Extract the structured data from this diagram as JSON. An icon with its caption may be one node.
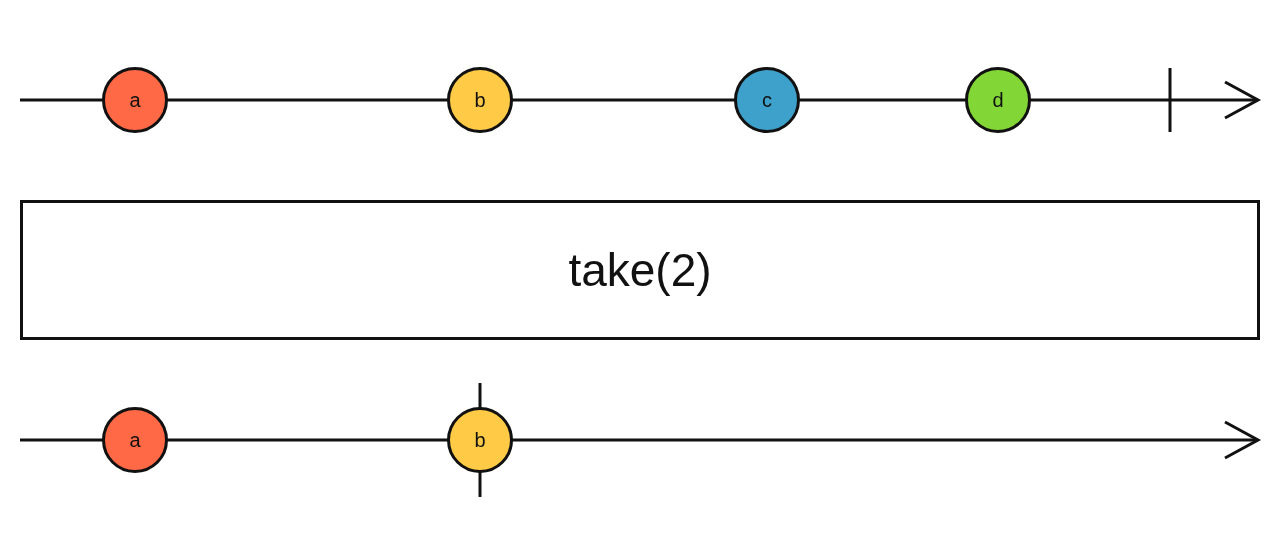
{
  "diagram": {
    "nodes": [
      {
        "text": [
          "a"
        ]
      },
      {
        "text": [
          "b"
        ]
      },
      {
        "text": [
          "c"
        ]
      },
      {
        "text": [
          "d"
        ]
      },
      {
        "text": [
          "take(2)"
        ]
      },
      {
        "text": [
          "a"
        ]
      },
      {
        "text": [
          "b"
        ]
      }
    ],
    "edges": []
  }
}
